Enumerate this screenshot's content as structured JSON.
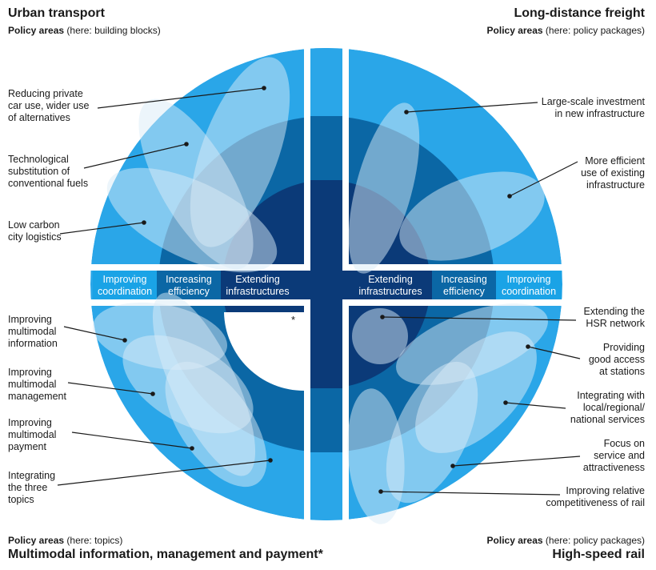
{
  "corners": {
    "tl": {
      "title": "Urban transport",
      "policy_bold": "Policy areas",
      "policy_rest": " (here: building blocks)"
    },
    "tr": {
      "title": "Long-distance freight",
      "policy_bold": "Policy areas",
      "policy_rest": " (here: policy packages)"
    },
    "bl": {
      "title": "Multimodal information, management and payment*",
      "policy_bold": "Policy areas",
      "policy_rest": " (here: topics)"
    },
    "br": {
      "title": "High-speed rail",
      "policy_bold": "Policy areas",
      "policy_rest": " (here: policy packages)"
    }
  },
  "band": {
    "left": [
      [
        "Improving",
        "coordination"
      ],
      [
        "Increasing",
        "efficiency"
      ],
      [
        "Extending",
        "infrastructures"
      ]
    ],
    "right": [
      [
        "Extending",
        "infrastructures"
      ],
      [
        "Increasing",
        "efficiency"
      ],
      [
        "Improving",
        "coordination"
      ]
    ]
  },
  "asterisk": "*",
  "labels": {
    "tl": [
      [
        "Reducing private",
        "car use, wider use",
        "of alternatives"
      ],
      [
        "Technological",
        "substitution of",
        "conventional fuels"
      ],
      [
        "Low carbon",
        "city logistics"
      ]
    ],
    "tr": [
      [
        "Large-scale investment",
        "in new infrastructure"
      ],
      [
        "More efficient",
        "use of existing",
        "infrastructure"
      ]
    ],
    "bl": [
      [
        "Improving",
        "multimodal",
        "information"
      ],
      [
        "Improving",
        "multimodal",
        "management"
      ],
      [
        "Improving",
        "multimodal",
        "payment"
      ],
      [
        "Integrating",
        "the three",
        "topics"
      ]
    ],
    "br": [
      [
        "Extending the",
        "HSR network"
      ],
      [
        "Providing",
        "good access",
        "at stations"
      ],
      [
        "Integrating with",
        "local/regional/",
        "national services"
      ],
      [
        "Focus on",
        "service and",
        "attractiveness"
      ],
      [
        "Improving relative",
        "competitiveness of rail"
      ]
    ]
  },
  "colors": {
    "outer": "#2aa6e8",
    "middle": "#0b67a5",
    "inner": "#0b3a78",
    "band": "#0b3a78",
    "band_out": "#1aa3e6",
    "band_mid": "#0b67a5",
    "petal": "#d9ecf7"
  }
}
